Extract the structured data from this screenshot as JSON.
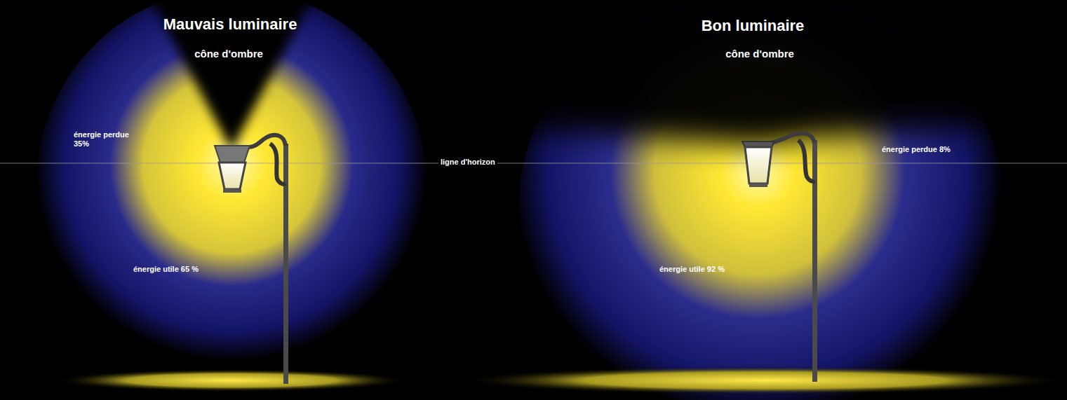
{
  "diagram": {
    "labels": [
      "Mauvais luminaire",
      "cône d'ombre",
      "énergie perdue 35%",
      "ligne d'horizon",
      "énergie utile 65 %",
      "Bon luminaire",
      "cône d'ombre",
      "énergie perdue 8%",
      "énergie utile 92 %"
    ]
  }
}
